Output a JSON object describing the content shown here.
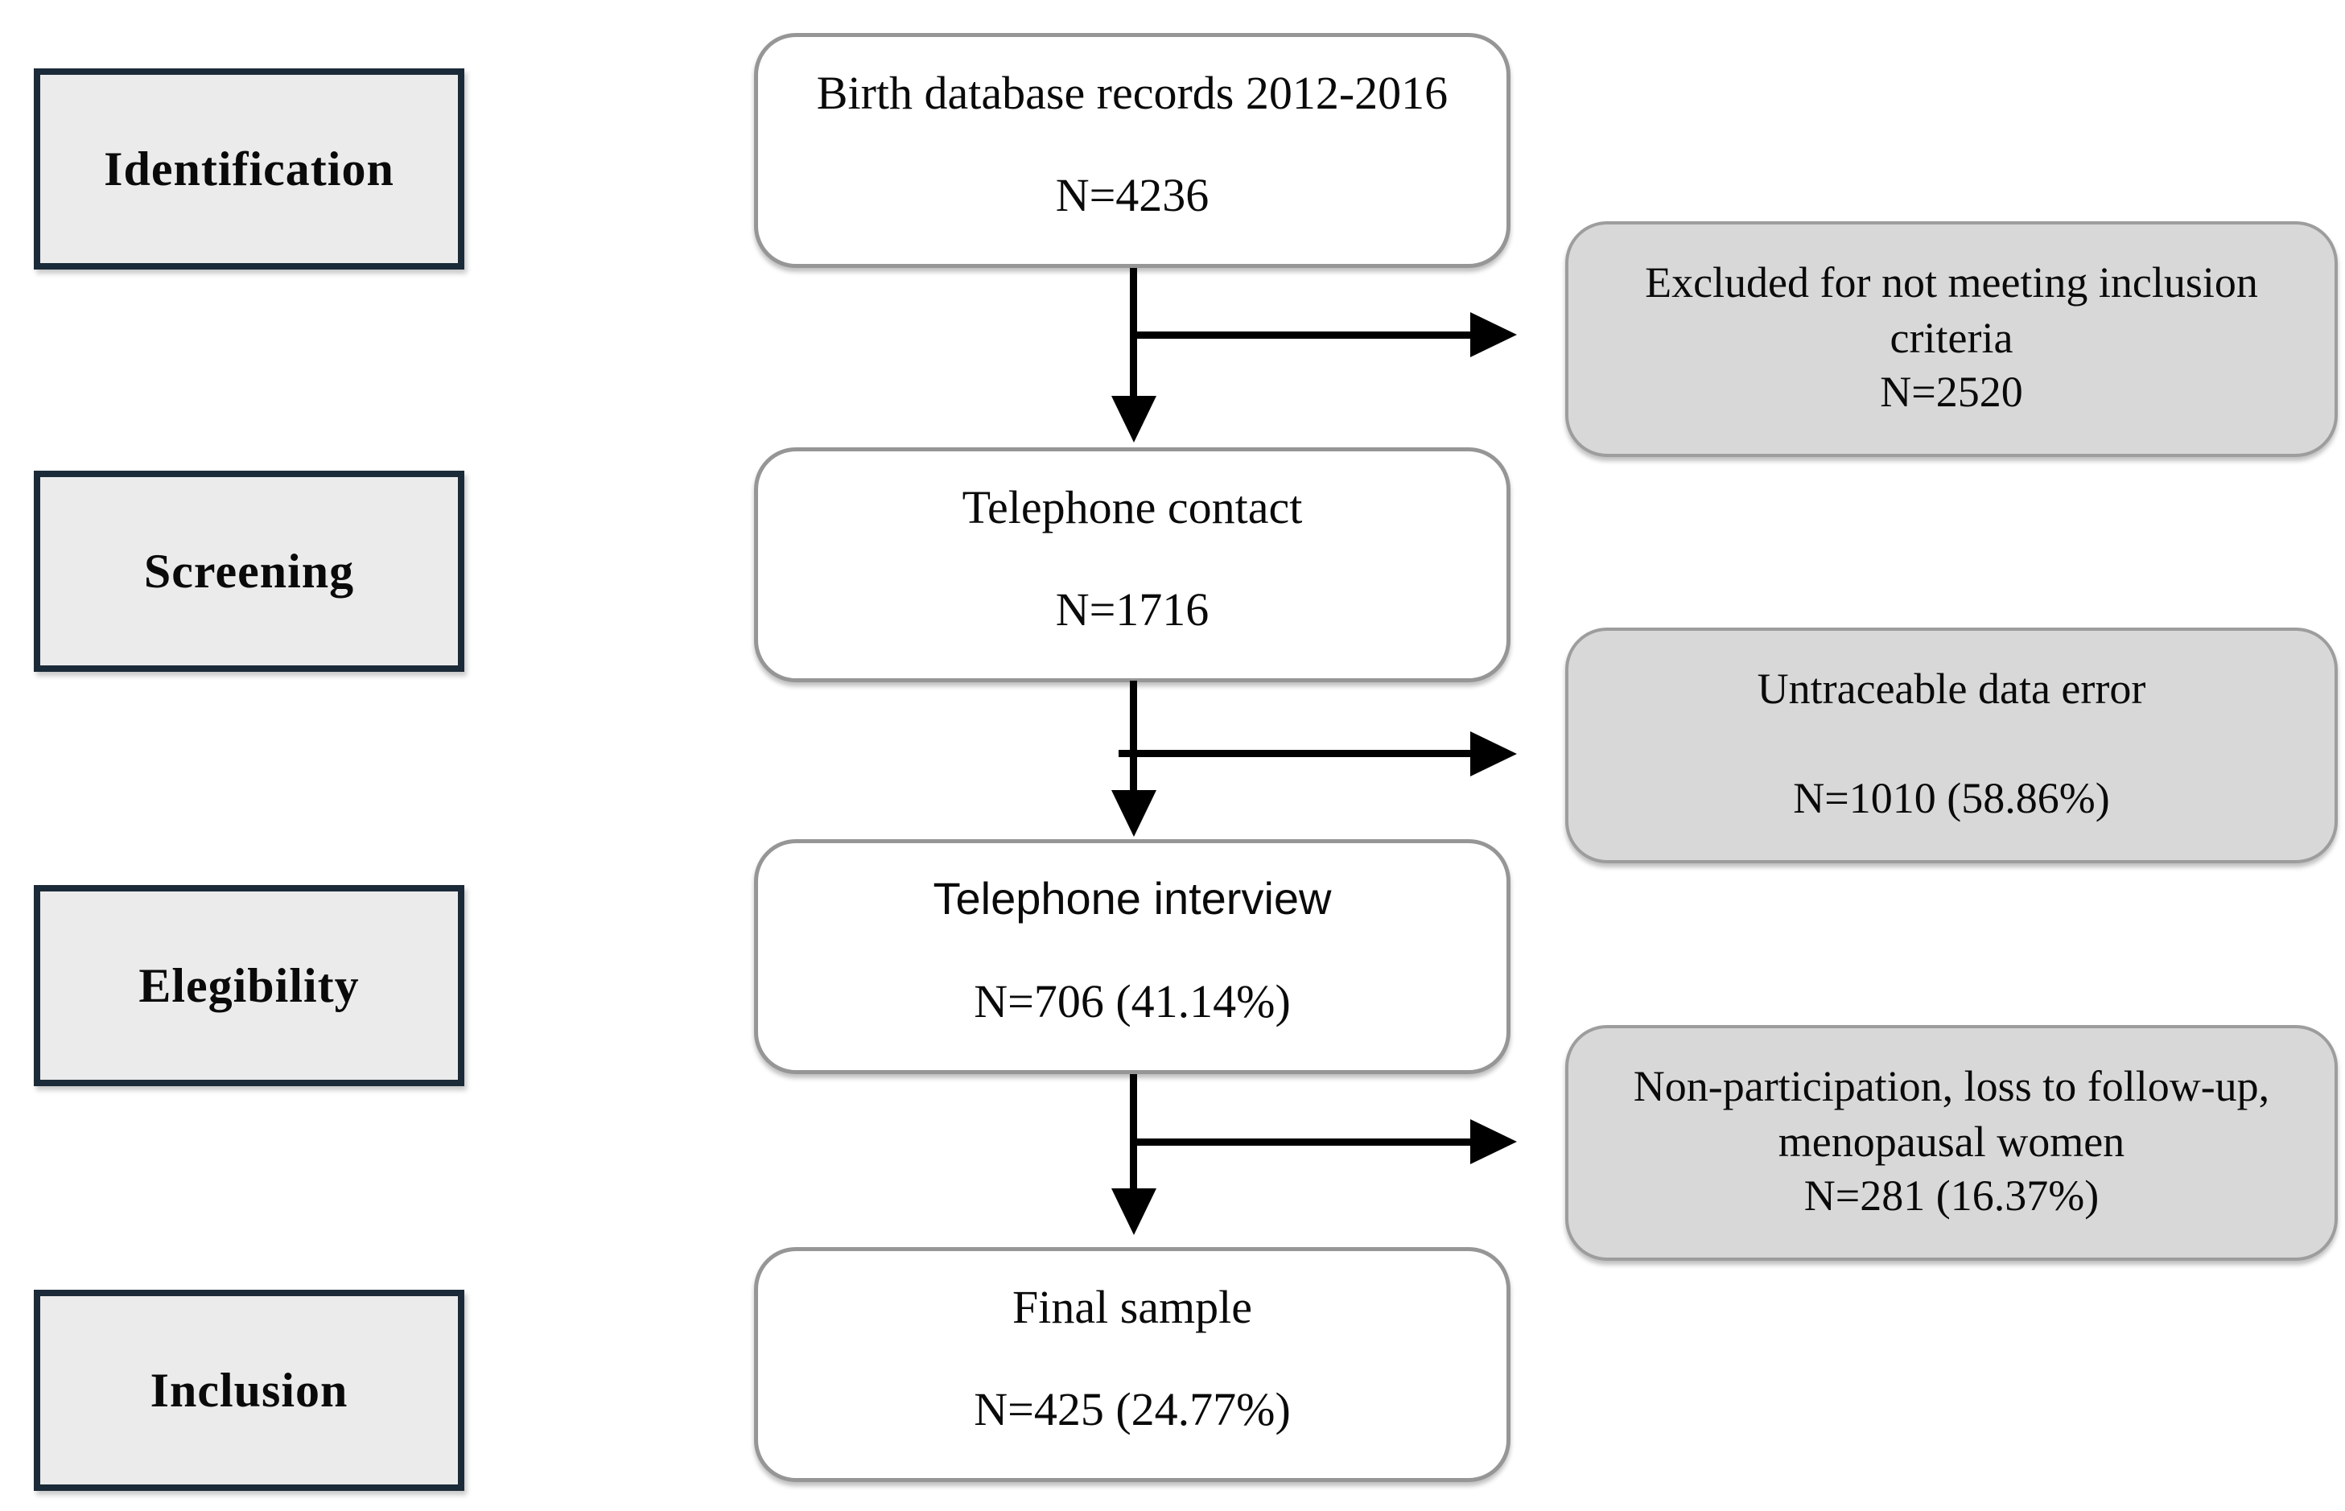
{
  "figure": {
    "type": "participant-flow-diagram",
    "stages": [
      {
        "label": "Identification"
      },
      {
        "label": "Screening"
      },
      {
        "label": "Elegibility"
      },
      {
        "label": "Inclusion"
      }
    ],
    "flow_boxes": [
      {
        "title": "Birth database records 2012-2016",
        "n": "N=4236"
      },
      {
        "title": "Telephone contact",
        "n": "N=1716"
      },
      {
        "title": "Telephone interview",
        "n": "N=706 (41.14%)"
      },
      {
        "title": "Final sample",
        "n": "N=425 (24.77%)"
      }
    ],
    "exclusion_boxes": [
      {
        "lines": [
          "Excluded for not meeting inclusion",
          "criteria"
        ],
        "n": "N=2520"
      },
      {
        "lines": [
          "Untraceable data error"
        ],
        "n": "N=1010 (58.86%)"
      },
      {
        "lines": [
          "Non-participation, loss to follow-up,",
          "menopausal women"
        ],
        "n": "N=281 (16.37%)"
      }
    ],
    "colors": {
      "stage_fill": "#ebebeb",
      "stage_border": "#1b2a38",
      "flow_fill": "#ffffff",
      "flow_border": "#969696",
      "exclusion_fill": "#d8d8d8",
      "exclusion_border": "#9d9d9d",
      "arrow": "#000000",
      "text": "#0a0a0a"
    }
  }
}
